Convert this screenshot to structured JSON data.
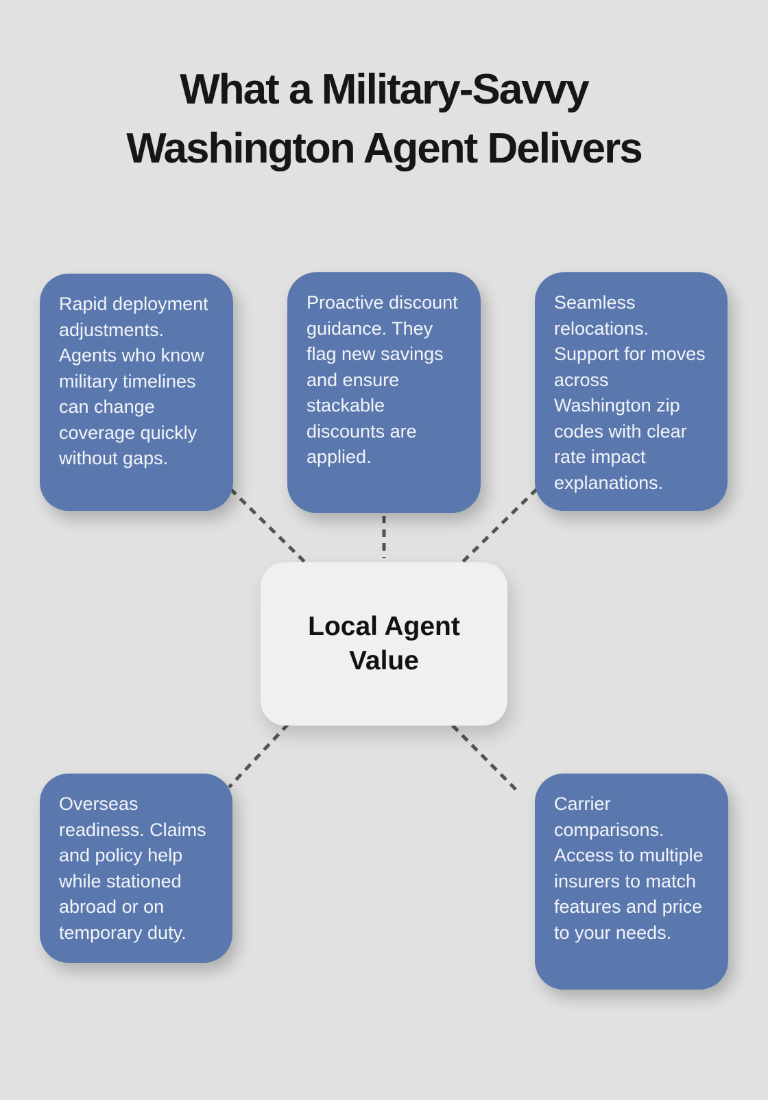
{
  "title": {
    "line1": "What a Military-Savvy",
    "line2": "Washington Agent Delivers"
  },
  "center_node": {
    "label": "Local Agent Value"
  },
  "nodes": [
    {
      "position": "top-left",
      "text": "Rapid deployment adjustments. Agents who know military timelines can change coverage quickly without gaps."
    },
    {
      "position": "top-center",
      "text": "Proactive discount guidance. They flag new savings and ensure stackable discounts are applied."
    },
    {
      "position": "top-right",
      "text": "Seamless relocations. Support for moves across Washington zip codes with clear rate impact explanations."
    },
    {
      "position": "bottom-left",
      "text": "Overseas readiness. Claims and policy help while stationed abroad or on temporary duty."
    },
    {
      "position": "bottom-right",
      "text": "Carrier comparisons. Access to multiple insurers to match features and price to your needs."
    }
  ],
  "colors": {
    "background": "#e0e1e0",
    "node_fill": "#5b78ae",
    "node_text": "#f2f4f8",
    "center_fill": "#eff0f2",
    "center_text": "#111111",
    "connector": "#545454",
    "title_text": "#161616"
  }
}
